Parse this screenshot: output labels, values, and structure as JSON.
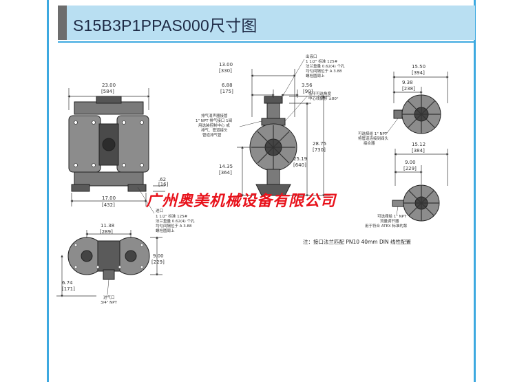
{
  "title": "S15B3P1PPAS000尺寸图",
  "watermark": "广州奥美机械设备有限公司",
  "dims": {
    "front_w_in": "23.00",
    "front_w_mm": "[584]",
    "front_base_in": "17.00",
    "front_base_mm": "[432]",
    "front_foot_in": ".62",
    "front_foot_mm": "[16]",
    "top_w_in": "11.38",
    "top_w_mm": "[289]",
    "top_h_in": "9.00",
    "top_h_mm": "[229]",
    "top_off_in": "6.74",
    "top_off_mm": "[171]",
    "side_w_in": "13.00",
    "side_w_mm": "[330]",
    "side_half_in": "6.88",
    "side_half_mm": "[175]",
    "side_off_in": "3.56",
    "side_off_mm": "[90]",
    "side_h_in": "28.75",
    "side_h_mm": "[730]",
    "side_mid_in": "25.19",
    "side_mid_mm": "[640]",
    "side_low_in": "14.35",
    "side_low_mm": "[364]",
    "r1_w_in": "15.50",
    "r1_w_mm": "[394]",
    "r1_half_in": "9.38",
    "r1_half_mm": "[238]",
    "r2_w_in": "15.12",
    "r2_w_mm": "[384]",
    "r2_half_in": "9.00",
    "r2_half_mm": "[229]"
  },
  "notes": {
    "outlet_label": "出液口",
    "outlet_l1": "1 1/2\" 标准 125#",
    "outlet_l2": "法兰重量 0.62(4) 个孔",
    "outlet_l3": "均匀间隔位于 A 3.88",
    "outlet_l4": "螺栓圆周上",
    "inlet_label": "进口",
    "inlet_l1": "1 1/2\" 标准 125#",
    "inlet_l2": "法兰重量 0.62(4) 个孔",
    "inlet_l3": "均匀间隔位于 A 3.88",
    "inlet_l4": "螺栓圆周上",
    "muffler_l1": "排气消声器接管",
    "muffler_l2": "1\" NPT 排气接口 1阀",
    "muffler_l3": "用选装控制中心 或",
    "muffler_l4": "排气、管道接头",
    "muffler_l5": "管道排气管",
    "check_l1": "低平可选角度",
    "check_l2": "中心线偏移 ±80°",
    "npt_l1": "可选择给 1\" NPT",
    "npt_l2": "将管道连接到阀头",
    "npt_l3": "接合器",
    "npt2_l1": "可选择给 1\" NPT",
    "npt2_l2": "流量调节器",
    "npt2_l3": "用于符合 ATEX 标准的泵",
    "air_inlet": "进气口",
    "air_inlet_sub": "3/4\" NPT",
    "footnote": "注：接口法兰匹配 PN10 40mm DIN 线性配置"
  }
}
